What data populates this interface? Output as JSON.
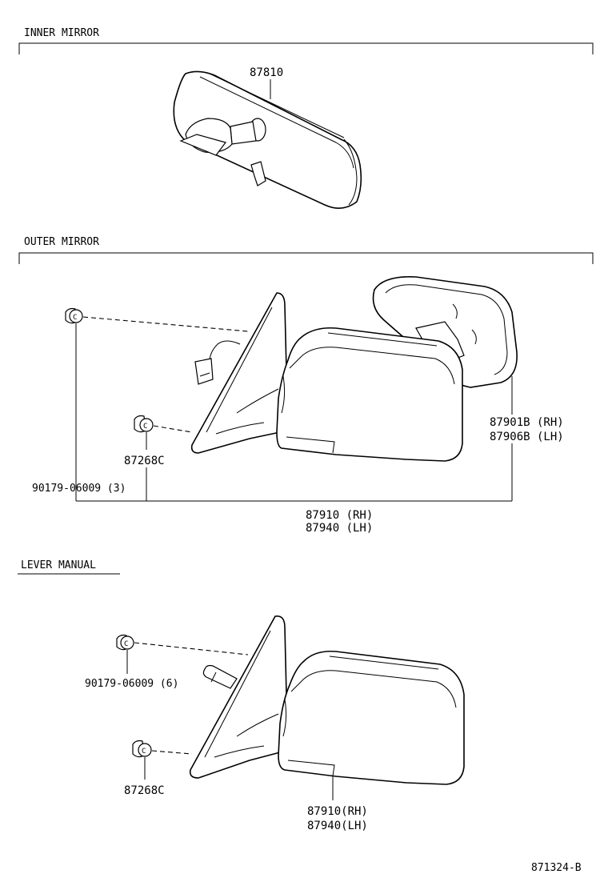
{
  "sections": {
    "inner_mirror": "INNER MIRROR",
    "outer_mirror": "OUTER MIRROR",
    "lever_manual": "LEVER MANUAL"
  },
  "inner": {
    "mirror_part": "87810"
  },
  "outer": {
    "clip_part": "87268C",
    "screw_part": "90179-06009 (3)",
    "glass_rh": "87901B (RH)",
    "glass_lh": "87906B (LH)",
    "assy_rh": "87910 (RH)",
    "assy_lh": "87940 (LH)"
  },
  "manual": {
    "screw_part": "90179-06009 (6)",
    "clip_part": "87268C",
    "assy_rh": "87910(RH)",
    "assy_lh": "87940(LH)"
  },
  "figure_id": "871324-B"
}
